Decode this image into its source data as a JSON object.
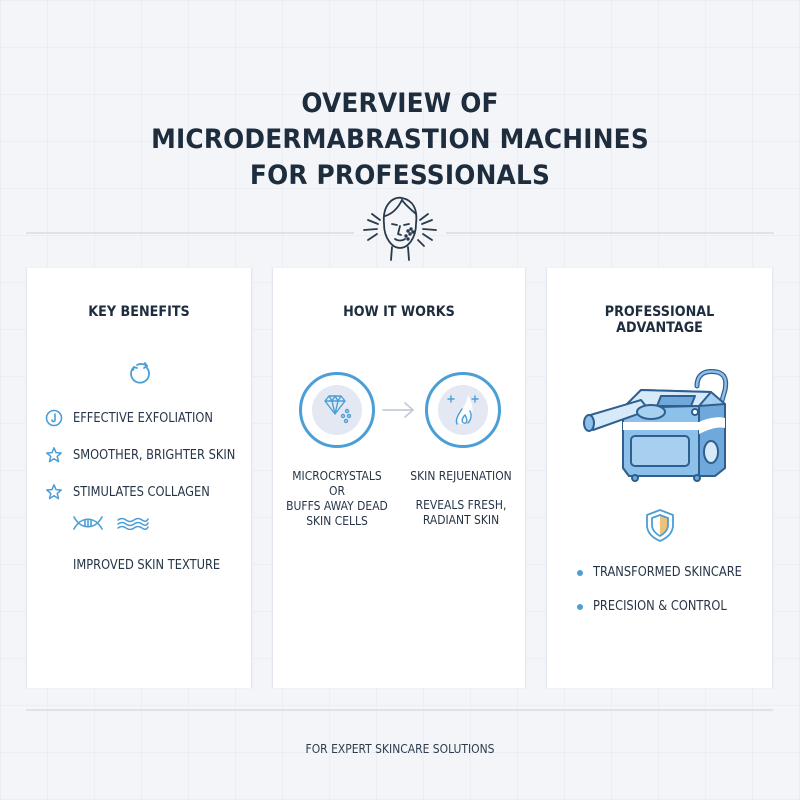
{
  "header": {
    "title_lines": [
      "OVERVIEW OF",
      "MICRODERMABRASTION MACHINES",
      "FOR PROFESSIONALS"
    ],
    "hero_icon": "face-skin-icon"
  },
  "colors": {
    "accent": "#4b9fd6",
    "text": "#1e2d3e",
    "background": "#f3f5f8",
    "card": "#ffffff",
    "shield_fill": "#efc07a"
  },
  "cards": [
    {
      "title": "KEY BENEFITS",
      "icon": "cycle-icon",
      "items": [
        {
          "icon": "clock-j-icon",
          "label": "EFFECTIVE EXFOLIATION"
        },
        {
          "icon": "star-icon",
          "label": "SMOOTHER, BRIGHTER SKIN"
        },
        {
          "icon": "star-icon",
          "label": "STIMULATES COLLAGEN"
        },
        {
          "icon": "dna-wave-icons",
          "label": "IMPROVED SKIN TEXTURE"
        }
      ]
    },
    {
      "title": "HOW IT WORKS",
      "steps": [
        {
          "icon": "diamond-crystals-icon",
          "lines": [
            "MICROCRYSTALS",
            "OR",
            "BUFFS AWAY DEAD",
            "SKIN CELLS"
          ]
        },
        {
          "icon": "water-drop-sparkle-icon",
          "heading": "SKIN REJUENATION",
          "lines": [
            "REVEALS FRESH,",
            "RADIANT SKIN"
          ]
        }
      ],
      "connector": "arrow-right-icon"
    },
    {
      "title": "PROFESSIONAL ADVANTAGE",
      "icon": "machine-icon",
      "badge_icon": "shield-icon",
      "items": [
        "TRANSFORMED SKINCARE",
        "PRECISION & CONTROL"
      ]
    }
  ],
  "footer": {
    "tagline": "FOR EXPERT SKINCARE SOLUTIONS"
  }
}
